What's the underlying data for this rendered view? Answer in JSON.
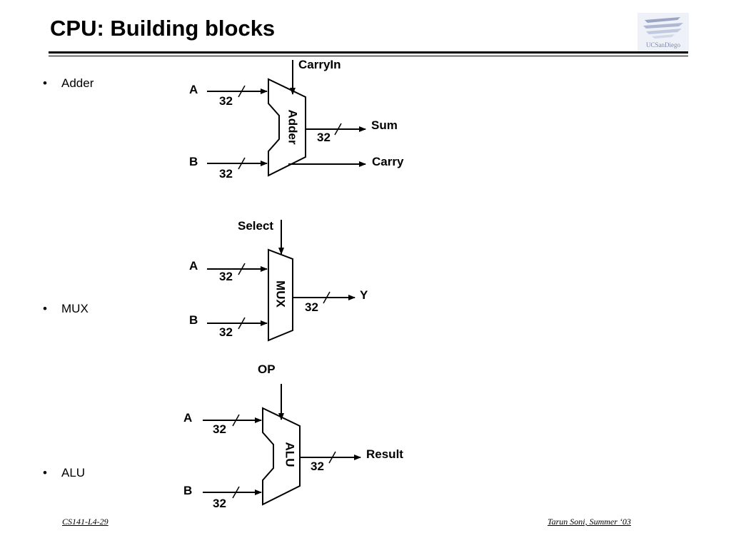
{
  "title": "CPU: Building blocks",
  "bullets": [
    {
      "dot": "•",
      "label": "Adder"
    },
    {
      "dot": "•",
      "label": "MUX"
    },
    {
      "dot": "•",
      "label": "ALU"
    }
  ],
  "adder": {
    "block_label": "Adder",
    "carry_in_label": "CarryIn",
    "input_a_label": "A",
    "input_b_label": "B",
    "input_a_width": "32",
    "input_b_width": "32",
    "sum_label": "Sum",
    "sum_width": "32",
    "carry_label": "Carry"
  },
  "mux": {
    "block_label": "MUX",
    "select_label": "Select",
    "input_a_label": "A",
    "input_b_label": "B",
    "input_a_width": "32",
    "input_b_width": "32",
    "output_label": "Y",
    "output_width": "32"
  },
  "alu": {
    "block_label": "ALU",
    "op_label": "OP",
    "input_a_label": "A",
    "input_b_label": "B",
    "input_a_width": "32",
    "input_b_width": "32",
    "result_label": "Result",
    "result_width": "32"
  },
  "footer": {
    "left": "CS141-L4-29",
    "right": "Tarun Soni, Summer ‘03"
  },
  "logo": {
    "text": "UCSanDiego"
  }
}
